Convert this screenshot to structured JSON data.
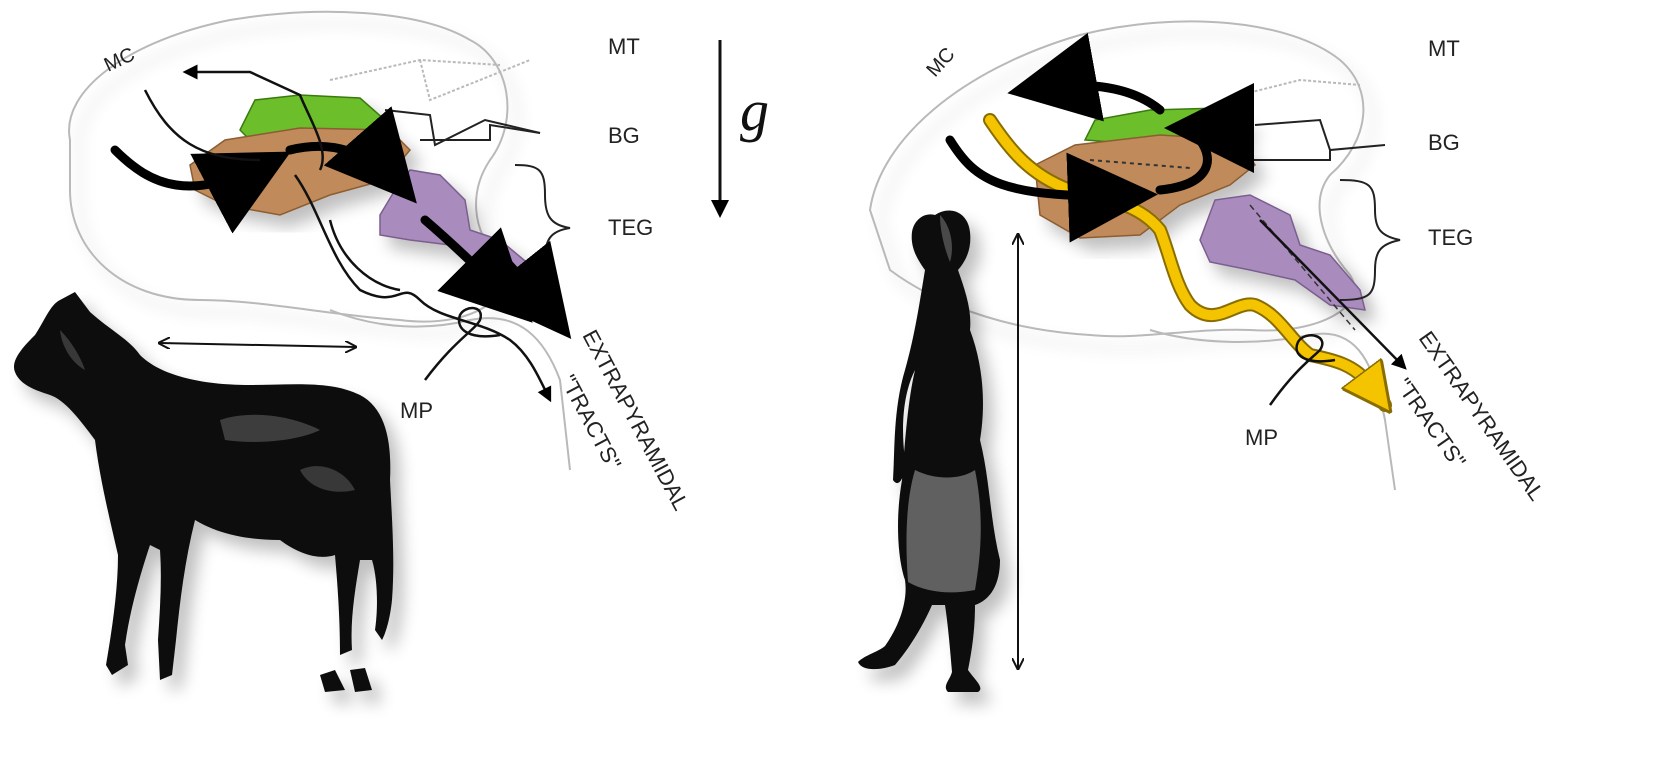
{
  "figure": {
    "left_panel": {
      "labels": {
        "mc": "MC",
        "mt": "MT",
        "bg": "BG",
        "teg": "TEG",
        "mp": "MP",
        "extrapyramidal": "EXTRAPYRAMIDAL",
        "tracts": "\"TRACTS\"",
        "gravity": "g"
      }
    },
    "right_panel": {
      "labels": {
        "mc": "MC",
        "mt": "MT",
        "bg": "BG",
        "teg": "TEG",
        "mp": "MP",
        "extrapyramidal": "EXTRAPYRAMIDAL",
        "tracts": "\"TRACTS\""
      }
    },
    "colors": {
      "basal_ganglia_green": "#6cbf2a",
      "basal_ganglia_brown": "#c08a5a",
      "tegmentum_purple": "#a98bbd",
      "pathway_yellow": "#f5c400",
      "arrow_black": "#000000"
    },
    "icons": [
      "horse-silhouette",
      "walking-woman-silhouette",
      "brain-outline"
    ]
  }
}
